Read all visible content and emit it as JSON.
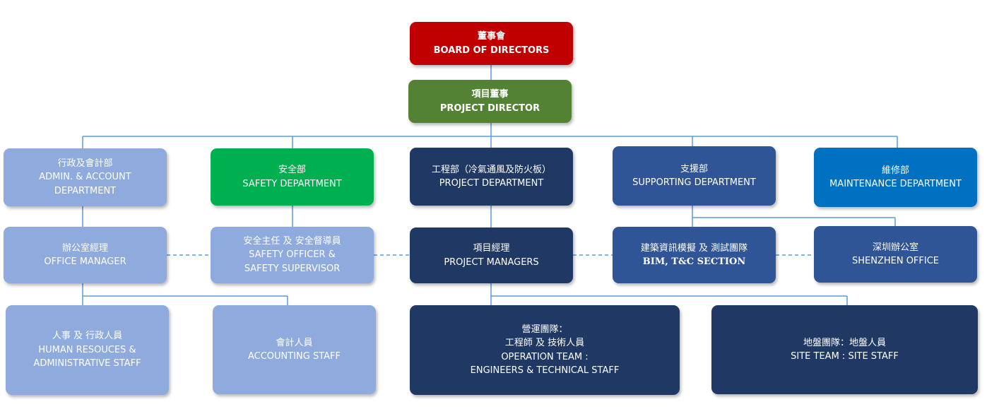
{
  "board": {
    "zh": "董事會",
    "en": "BOARD OF DIRECTORS"
  },
  "project_director": {
    "zh": "項目董事",
    "en": "PROJECT DIRECTOR"
  },
  "admin_dept": {
    "zh": "行政及會計部",
    "en1": "ADMIN. & ACCOUNT",
    "en2": "DEPARTMENT"
  },
  "safety_dept": {
    "zh": "安全部",
    "en": "SAFETY DEPARTMENT"
  },
  "project_dept": {
    "zh": "工程部（冷氣通風及防火板）",
    "en": "PROJECT DEPARTMENT"
  },
  "supporting_dept": {
    "zh": "支援部",
    "en": "SUPPORTING DEPARTMENT"
  },
  "maintenance_dept": {
    "zh": "維修部",
    "en": "MAINTENANCE DEPARTMENT"
  },
  "office_manager": {
    "zh": "辦公室經理",
    "en": "OFFICE MANAGER"
  },
  "safety_officer": {
    "zh": "安全主任 及 安全督導員",
    "en1": "SAFETY OFFICER &",
    "en2": "SAFETY SUPERVISOR"
  },
  "project_managers": {
    "zh": "項目經理",
    "en": "PROJECT MANAGERS"
  },
  "bim_section": {
    "zh": "建築資訊模擬 及 測試團隊",
    "en": "BIM, T&C SECTION"
  },
  "shenzhen_office": {
    "zh": "深圳辦公室",
    "en": "SHENZHEN OFFICE"
  },
  "hr_staff": {
    "zh": "人事 及 行政人員",
    "en1": "HUMAN RESOUCES &",
    "en2": "ADMINISTRATIVE STAFF"
  },
  "accounting_staff": {
    "zh": "會計人員",
    "en": "ACCOUNTING STAFF"
  },
  "operation_team": {
    "zh1": "營運團隊：",
    "zh2": "工程師 及 技術人員",
    "en1": "OPERATION TEAM :",
    "en2": "ENGINEERS & TECHNICAL STAFF"
  },
  "site_team": {
    "zh": "地盤團隊：地盤人員",
    "en": "SITE TEAM :  SITE STAFF"
  },
  "colors": {
    "board": "#c00000",
    "director": "#548235",
    "admin": "#8faadc",
    "safety": "#00b050",
    "project": "#203864",
    "support": "#2f5597",
    "maintenance": "#0070c0",
    "connector": "#5b9bd5"
  }
}
